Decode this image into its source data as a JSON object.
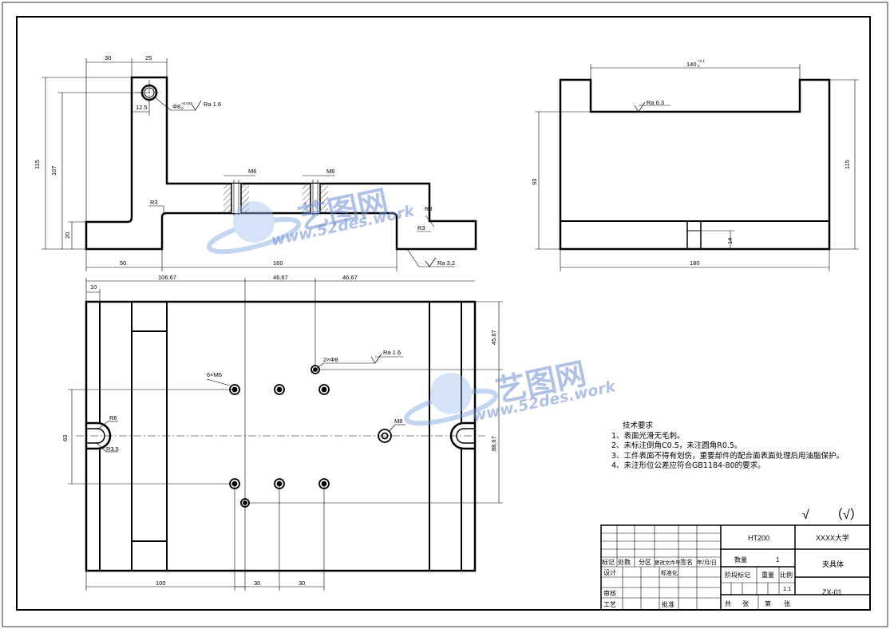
{
  "dims": {
    "d30": "30",
    "d25": "25",
    "d115": "115",
    "d107": "107",
    "d20": "20",
    "d12_5": "12.5",
    "hole_tol": "Φ8",
    "tol_sup": "+0.025",
    "tol_sub": "0",
    "ra16": "Ra 1.6",
    "m6": "M6",
    "r3": "R3",
    "r3b": "R3",
    "ra32": "Ra 3.2",
    "d50": "50",
    "d160": "160",
    "d140": "140",
    "d140_sup": "+0.1",
    "d140_sub": "0",
    "ra63": "Ra 6.3",
    "d93": "93",
    "d115b": "115",
    "d14": "14",
    "d180": "180",
    "d10": "10",
    "d106_67": "106.67",
    "d46_67a": "46.67",
    "d46_67b": "46.67",
    "d45_67": "45.67",
    "d2x8": "2×Φ8",
    "ra16b": "Ra 1.6",
    "d6xm6": "6×M6",
    "m8": "M8",
    "r6": "R6",
    "r3_5": "R3.5",
    "d63": "63",
    "d88_67": "88.67",
    "d100": "100",
    "d30a": "30",
    "d30b": "30"
  },
  "notes": {
    "title": "技术要求",
    "items": [
      "1、表面光滑无毛刺。",
      "2、未标注倒角C0.5，未注圆角R0.5。",
      "3、工件表面不得有划伤，重要部件的配合面表面处理后用油脂保护。",
      "4、未注形位公差应符合GB1184-80的要求。"
    ]
  },
  "roughness": {
    "mark": "√",
    "general": "（√）"
  },
  "title_block": {
    "material": "HT200",
    "school": "XXXX大学",
    "part_name": "夹具体",
    "drawing_no": "ZX-01",
    "qty_label": "数量",
    "qty_value": "1",
    "stage_label": "阶段标记",
    "weight_label": "重量",
    "scale_label": "比例",
    "scale_value": "1:1",
    "mark_label": "标记",
    "place_label": "处数",
    "zone_label": "分区",
    "change_label": "更改文件号",
    "sign_label": "签名",
    "date_label": "年/月/日",
    "design_label": "设计",
    "std_label": "标准化",
    "review_label": "审核",
    "process_label": "工艺",
    "approve_label": "批准",
    "total_label": "共",
    "sheet_unit": "张",
    "page_label": "第",
    "page_unit": "张"
  },
  "watermark": {
    "cn": "艺图网",
    "url": "www.52des.work"
  }
}
